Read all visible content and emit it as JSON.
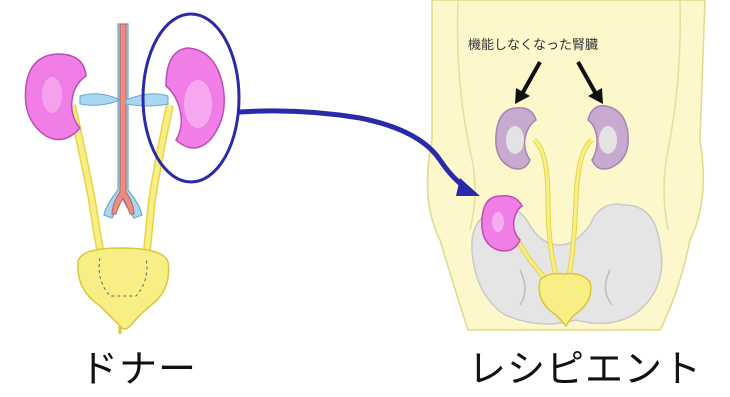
{
  "labels": {
    "donor": "ドナー",
    "recipient": "レシピエント",
    "nonfunctioning_kidneys": "機能しなくなった腎臓"
  },
  "colors": {
    "kidney": "#f07ee6",
    "kidney_highlight": "#f8b9f2",
    "ureter_bladder": "#f7ef86",
    "vein": "#a9d6f3",
    "artery": "#e98e82",
    "body_skin": "#fdf7cc",
    "pelvis_bone": "#e5e5e5",
    "failed_kidney": "#c8a9d0",
    "callout": "#2a2aa8"
  },
  "icons": [
    "donor-kidney-icon",
    "recipient-body-icon",
    "transplant-arrow-icon"
  ]
}
